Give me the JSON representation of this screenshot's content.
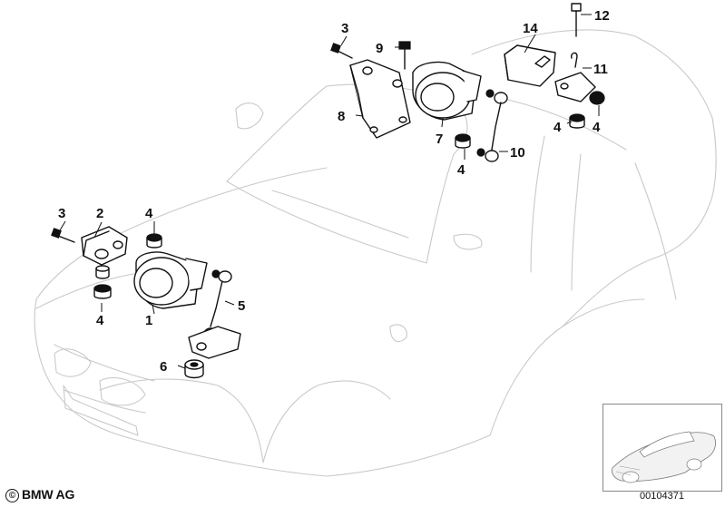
{
  "copyright": {
    "symbol": "©",
    "text": "BMW AG"
  },
  "doc_number": "00104371",
  "callouts": [
    {
      "key": "c1",
      "text": "1"
    },
    {
      "key": "c2",
      "text": "2"
    },
    {
      "key": "c3a",
      "text": "3"
    },
    {
      "key": "c3b",
      "text": "3"
    },
    {
      "key": "c4a",
      "text": "4"
    },
    {
      "key": "c4b",
      "text": "4"
    },
    {
      "key": "c4c",
      "text": "4"
    },
    {
      "key": "c4d",
      "text": "4"
    },
    {
      "key": "c4e",
      "text": "4"
    },
    {
      "key": "c5",
      "text": "5"
    },
    {
      "key": "c6",
      "text": "6"
    },
    {
      "key": "c7",
      "text": "7"
    },
    {
      "key": "c8",
      "text": "8"
    },
    {
      "key": "c9",
      "text": "9"
    },
    {
      "key": "c10",
      "text": "10"
    },
    {
      "key": "c11",
      "text": "11"
    },
    {
      "key": "c12",
      "text": "12"
    },
    {
      "key": "c14",
      "text": "14"
    }
  ],
  "colors": {
    "outline": "#c9c9c9",
    "part": "#111111",
    "background": "#ffffff"
  }
}
